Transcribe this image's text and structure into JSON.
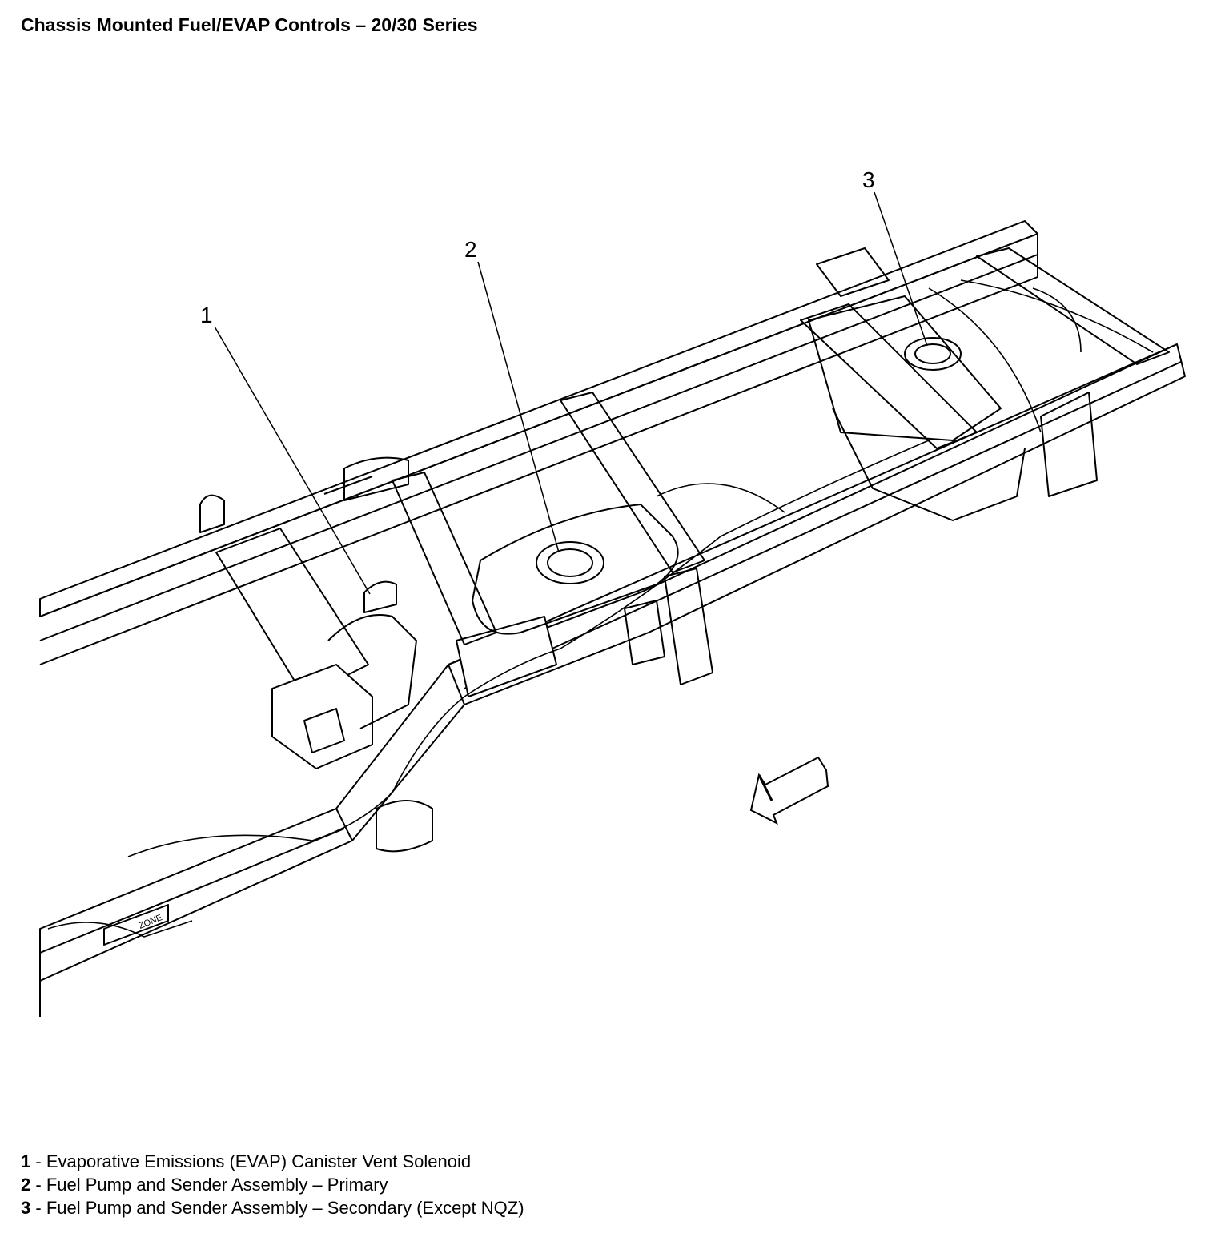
{
  "title": "Chassis Mounted Fuel/EVAP Controls – 20/30 Series",
  "callouts": [
    {
      "number": "1"
    },
    {
      "number": "2"
    },
    {
      "number": "3"
    }
  ],
  "frame_label": "ZONE",
  "legend": [
    {
      "number": "1",
      "sep": " - ",
      "text": "Evaporative Emissions (EVAP) Canister Vent Solenoid"
    },
    {
      "number": "2",
      "sep": " - ",
      "text": "Fuel Pump and Sender Assembly – Primary"
    },
    {
      "number": "3",
      "sep": " - ",
      "text": "Fuel Pump and Sender Assembly – Secondary (Except NQZ)"
    }
  ],
  "icons": {
    "direction": "front-direction-arrow-icon"
  }
}
